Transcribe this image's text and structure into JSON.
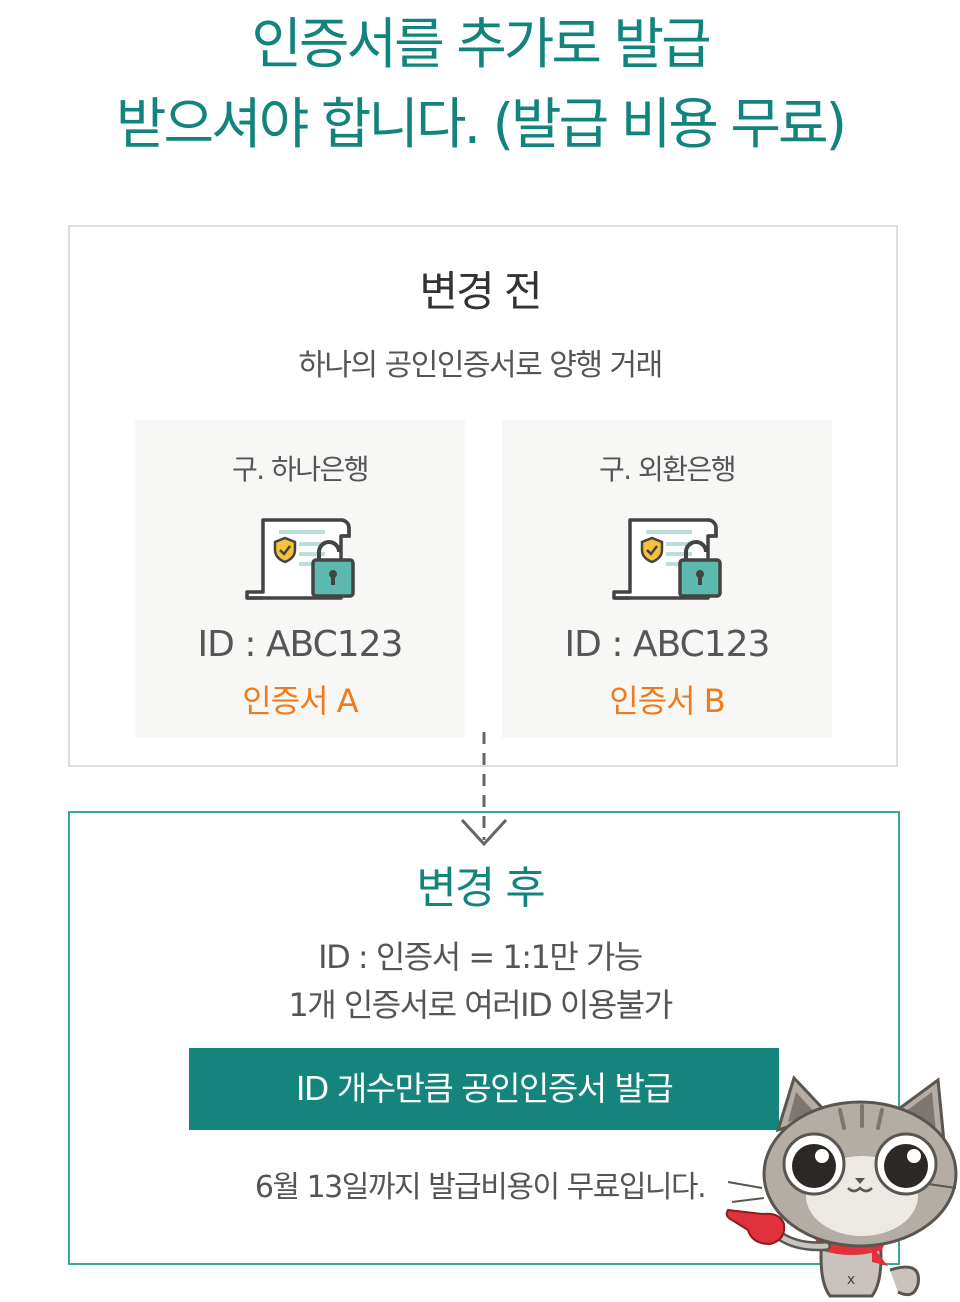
{
  "headline": {
    "line1": "인증서를 추가로 발급",
    "line2": "받으셔야 합니다. (발급 비용 무료)"
  },
  "before": {
    "title": "변경 전",
    "subtitle": "하나의 공인인증서로 양행 거래",
    "cards": [
      {
        "bank": "구. 하나은행",
        "id_label": "ID : ABC123",
        "cert_label": "인증서 A",
        "icon": "certificate-lock-icon"
      },
      {
        "bank": "구. 외환은행",
        "id_label": "ID : ABC123",
        "cert_label": "인증서 B",
        "icon": "certificate-lock-icon"
      }
    ]
  },
  "after": {
    "title": "변경 후",
    "line1": "ID : 인증서 = 1:1만 가능",
    "line2": "1개 인증서로 여러ID 이용불가",
    "button_label": "ID 개수만큼 공인인증서 발급",
    "notice": "6월 13일까지 발급비용이 무료입니다."
  },
  "colors": {
    "teal": "#12847c",
    "teal_border": "#3aa69c",
    "orange": "#ee7b1e",
    "card_bg": "#f7f7f5",
    "gray_border": "#dedede"
  },
  "icons": [
    "certificate-lock-icon",
    "down-arrow-icon",
    "cat-mascot"
  ]
}
